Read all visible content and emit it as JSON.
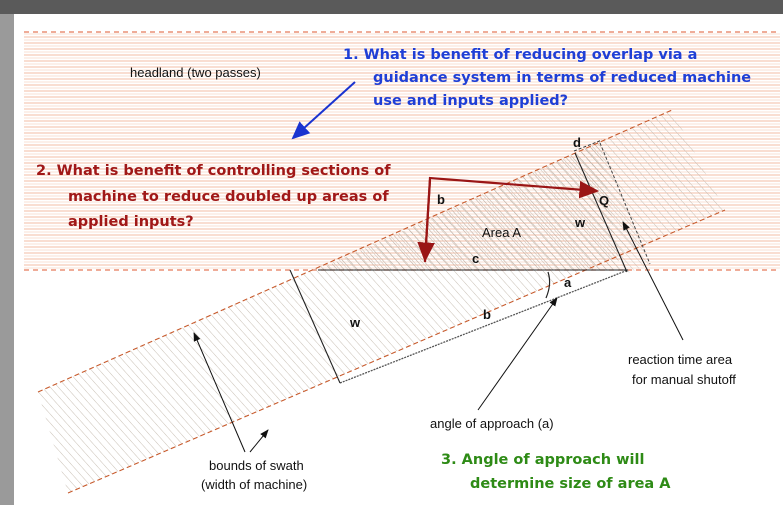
{
  "colors": {
    "headland_lines": "#f2b49a",
    "swath_hatch": "#c9c0b5",
    "question_blue": "#1f3fd6",
    "question_red": "#a01818",
    "question_green": "#2e8b16",
    "arrow_blue": "#1a33d0",
    "arrow_red": "#9a1515"
  },
  "labels": {
    "headland": "headland (two passes)",
    "q1_line1": "1.  What is benefit of reducing overlap via a",
    "q1_line2": "guidance system in terms of reduced machine",
    "q1_line3": "use and inputs applied?",
    "q2_line1": "2.  What is benefit of controlling sections of",
    "q2_line2": "machine to reduce doubled up areas of",
    "q2_line3": "applied inputs?",
    "q3_line1": "3.  Angle of approach will",
    "q3_line2": "determine size of area A",
    "area_a": "Area A",
    "b_upper": "b",
    "b_lower": "b",
    "c": "c",
    "d": "d",
    "w_left": "w",
    "w_right": "w",
    "q": "Q",
    "a": "a",
    "reaction_line1": "reaction time area",
    "reaction_line2": "for manual shutoff",
    "angle_label": "angle of approach (a)",
    "bounds_line1": "bounds of swath",
    "bounds_line2": "(width of machine)"
  }
}
